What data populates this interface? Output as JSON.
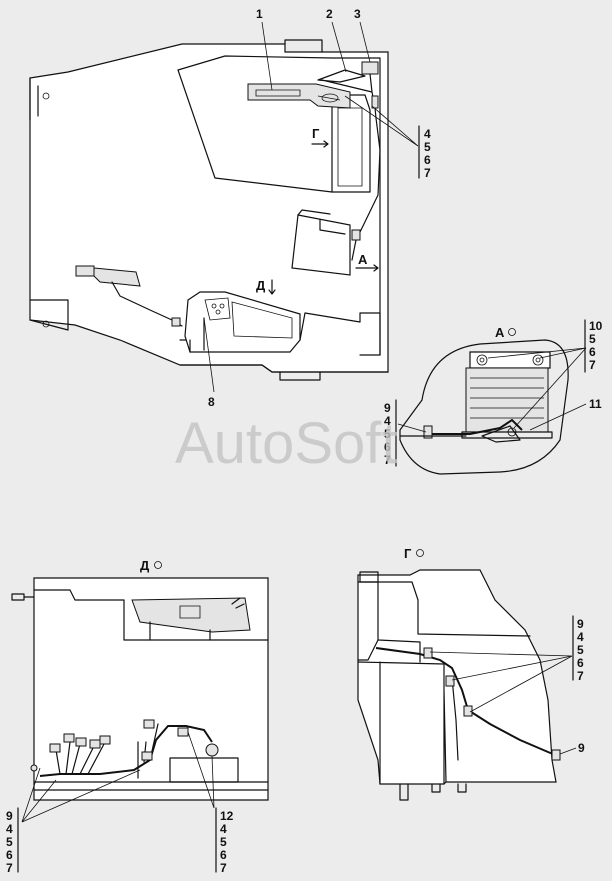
{
  "watermark": "AutoSoft",
  "views": {
    "main": "",
    "a": "А",
    "d": "Д",
    "g": "Г"
  },
  "direction_labels": {
    "g": "Г",
    "a": "А",
    "d": "Д"
  },
  "callouts": {
    "n1": "1",
    "n2": "2",
    "n3": "3",
    "n8": "8",
    "n11": "11",
    "n9_lower": "9"
  },
  "stacks": {
    "s_top": [
      "4",
      "5",
      "6",
      "7"
    ],
    "s_a_right": [
      "10",
      "5",
      "6",
      "7"
    ],
    "s_a_left": [
      "9",
      "4",
      "5",
      "6",
      "7"
    ],
    "s_d_left": [
      "9",
      "4",
      "5",
      "6",
      "7"
    ],
    "s_d_right": [
      "12",
      "4",
      "5",
      "6",
      "7"
    ],
    "s_g": [
      "9",
      "4",
      "5",
      "6",
      "7"
    ]
  }
}
